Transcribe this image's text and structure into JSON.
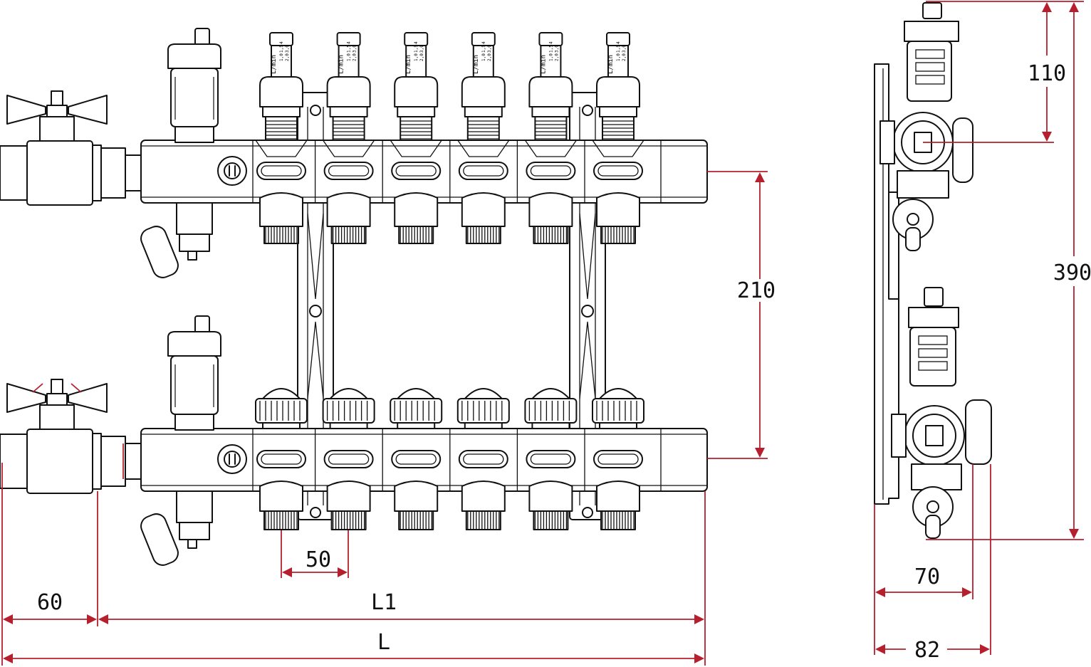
{
  "colors": {
    "line": "#111111",
    "dimension": "#b51f2e",
    "background": "#ffffff"
  },
  "front_view": {
    "circuits": 6,
    "flowmeter_scale": [
      "L/min",
      "1,0",
      "2,0",
      "1,5",
      "3,0",
      "4"
    ]
  },
  "dimensions": {
    "spacing": "50",
    "valve_length": "60",
    "body_length": "L1",
    "total_length": "L",
    "rail_height": "210",
    "depth_small": "70",
    "depth_large": "82",
    "top_to_axis": "110",
    "overall_height": "390"
  }
}
